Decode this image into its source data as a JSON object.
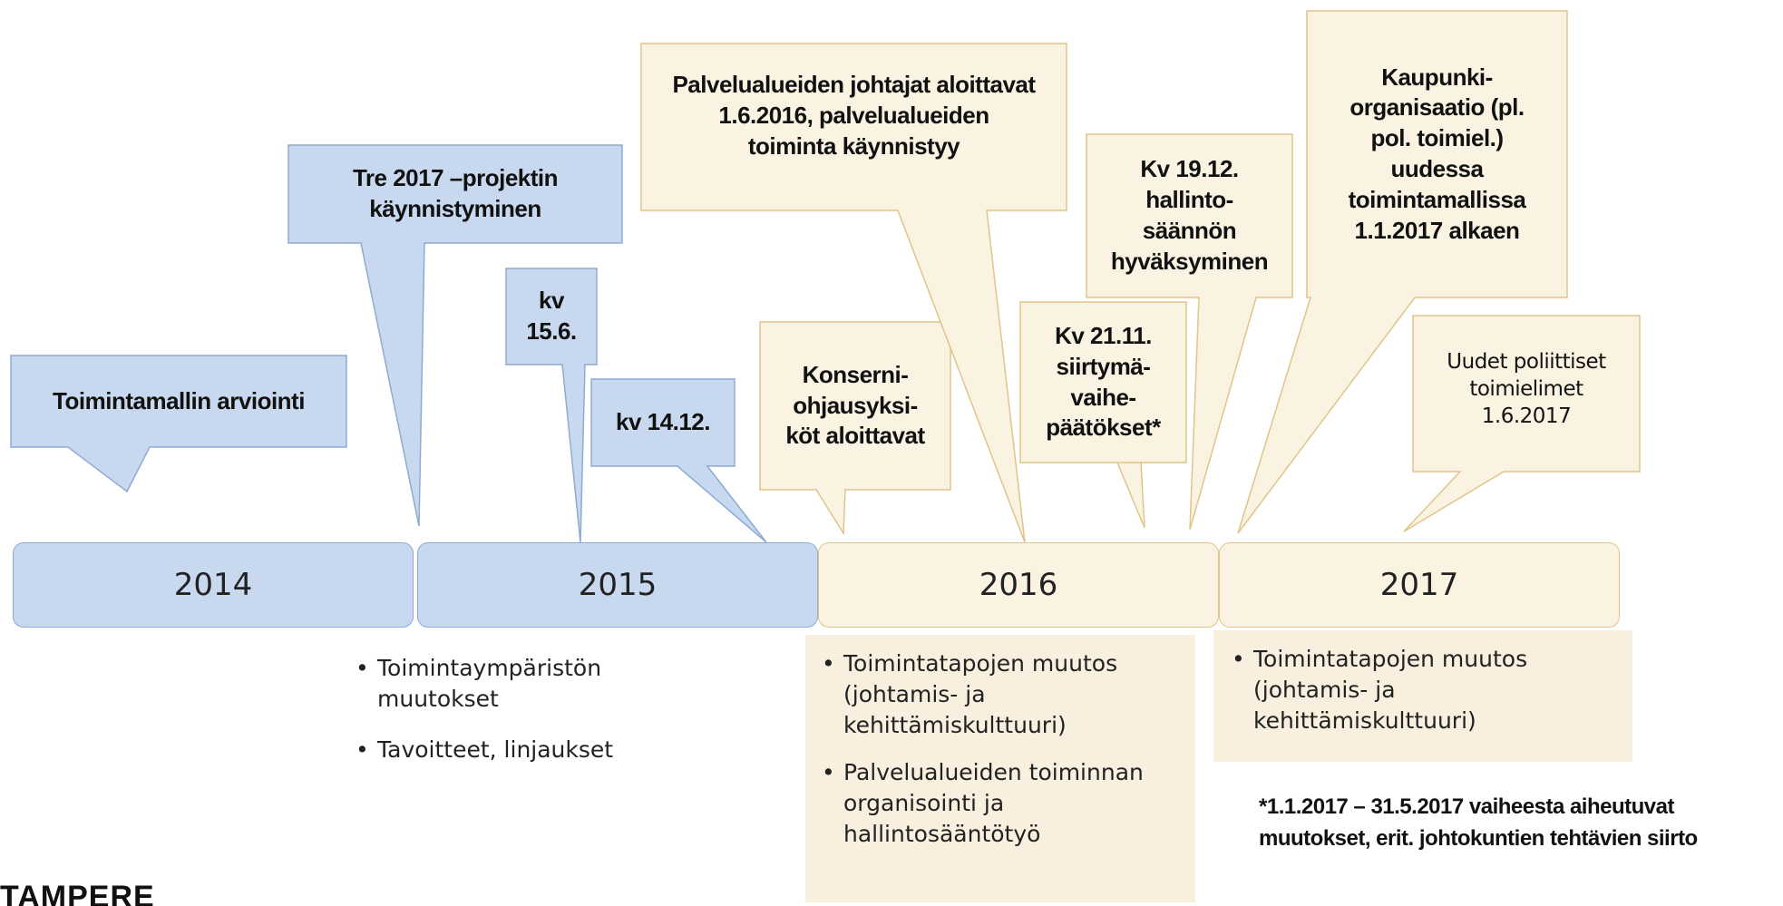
{
  "callouts": {
    "arviointi": "Toimintamallin arviointi",
    "tre2017": "Tre 2017 –projektin\nkäynnistyminen",
    "kv156": "kv\n15.6.",
    "kv1412": "kv 14.12.",
    "konserni": "Konserni-\nohjausyksi-\nköt aloittavat",
    "palvelualueet": "Palvelualueiden johtajat aloittavat\n1.6.2016, palvelualueiden\ntoiminta käynnistyy",
    "kv2111": "Kv 21.11.\nsiirtymä-\nvaihe-\npäätökset*",
    "kv1912": "Kv 19.12.\nhallinto-\nsäännön\nhyväksyminen",
    "kaupunki": "Kaupunki-\norganisaatio (pl.\npol. toimiel.)\nuudessa\ntoimintamallissa\n1.1.2017 alkaen",
    "uudet": "Uudet poliittiset\ntoimielimet\n1.6.2017"
  },
  "years": [
    "2014",
    "2015",
    "2016",
    "2017"
  ],
  "bullets": {
    "y2015": [
      "Toimintaympäristön muutokset",
      "Tavoitteet, linjaukset"
    ],
    "y2016": [
      "Toimintatapojen muutos (johtamis- ja kehittämiskulttuuri)",
      "Palvelualueiden toiminnan organisointi ja hallintosääntötyö"
    ],
    "y2017": [
      "Toimintatapojen muutos (johtamis- ja kehittämiskulttuuri)"
    ]
  },
  "footnote": "*1.1.2017 – 31.5.2017 vaiheesta aiheutuvat\nmuutokset, erit. johtokuntien tehtävien siirto",
  "logo": "TAMPERE",
  "colors": {
    "blue_fill": "#c7d8ef",
    "blue_stroke": "#8eabd3",
    "tan_fill": "#fbf3e2",
    "tan_stroke": "#e0c48a"
  }
}
